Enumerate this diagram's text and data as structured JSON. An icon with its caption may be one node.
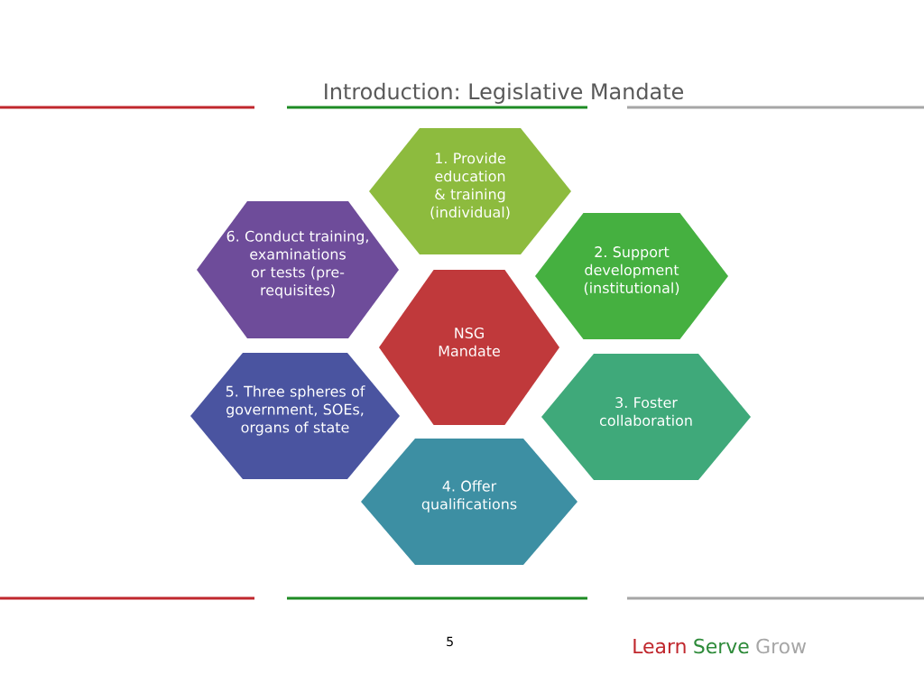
{
  "diagram": {
    "title": "Introduction: Legislative Mandate",
    "nodes": [
      {
        "text": [
          "NSG Mandate"
        ]
      },
      {
        "text": [
          "1. Provide education & training (individual)"
        ]
      },
      {
        "text": [
          "2. Support development (institutional)"
        ]
      },
      {
        "text": [
          "3. Foster collaboration"
        ]
      },
      {
        "text": [
          "4. Offer qualifications"
        ]
      },
      {
        "text": [
          "5. Three spheres of government, SOEs, organs of state"
        ]
      },
      {
        "text": [
          "6. Conduct training, examinations or tests (pre-requisites)"
        ]
      }
    ],
    "labels": [
      "5",
      "Learn",
      "Serve",
      "Grow"
    ]
  }
}
